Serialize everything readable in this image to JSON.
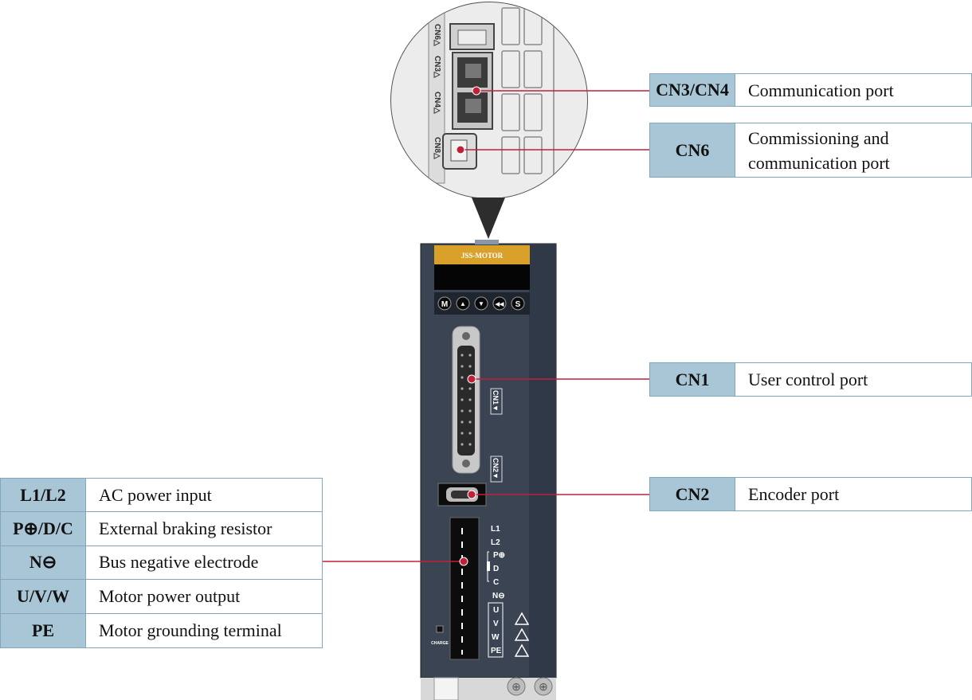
{
  "device": {
    "brand": "JSS-MOTOR",
    "buttons": [
      "M",
      "▲",
      "▼",
      "◀◀",
      "S"
    ],
    "charge_label": "CHARGE",
    "connector_marks": [
      "CN1▼",
      "CN2▼"
    ],
    "zoom_port_marks": [
      "CN6△",
      "CN3△",
      "CN4△",
      "CN8△"
    ],
    "terminal_labels": [
      "L1",
      "L2",
      "P⊕",
      "D",
      "C",
      "N⊖",
      "U",
      "V",
      "W",
      "PE"
    ]
  },
  "callouts": {
    "cn34": {
      "code": "CN3/CN4",
      "desc": "Communication port"
    },
    "cn6": {
      "code": "CN6",
      "desc_line1": "Commissioning and",
      "desc_line2": "communication port"
    },
    "cn1": {
      "code": "CN1",
      "desc": "User control port"
    },
    "cn2": {
      "code": "CN2",
      "desc": "Encoder port"
    }
  },
  "power_terminals": [
    {
      "code": "L1/L2",
      "desc": "AC power input"
    },
    {
      "code": "P⊕/D/C",
      "desc": "External braking resistor"
    },
    {
      "code": "N⊖",
      "desc": "Bus negative electrode"
    },
    {
      "code": "U/V/W",
      "desc": "Motor power output"
    },
    {
      "code": "PE",
      "desc": "Motor grounding terminal"
    }
  ],
  "colors": {
    "label_fill": "#a8c6d6",
    "label_border": "#7fa7bf",
    "leader_line": "#c0203a",
    "device_body": "#3a4453",
    "brand_bar": "#d9a02a"
  }
}
